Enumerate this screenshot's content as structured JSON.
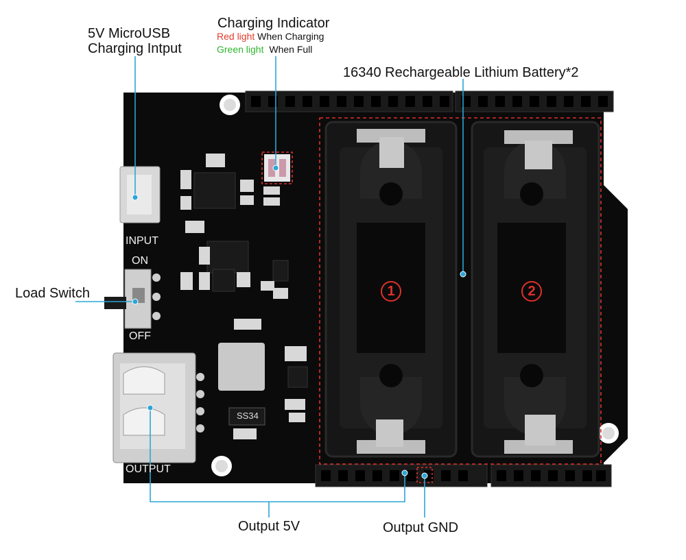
{
  "labels": {
    "usb_input": [
      "5V MicroUSB",
      "Charging Intput"
    ],
    "indicator_title": "Charging Indicator",
    "red_light": "Red light",
    "when_charging": "When Charging",
    "green_light": "Green light",
    "when_full": "When Full",
    "battery": "16340 Rechargeable Lithium Battery*2",
    "load_switch": "Load Switch",
    "output_5v": "Output 5V",
    "output_gnd": "Output GND"
  },
  "silkscreen": {
    "input": "INPUT",
    "on": "ON",
    "off": "OFF",
    "output": "OUTPUT",
    "chip": "SS34",
    "slot_1": "1",
    "slot_2": "2"
  },
  "colors": {
    "callout_line": "#2aa6d8",
    "red_light": "#e23a2a",
    "green_light": "#2fb62f",
    "board": "#0b0b0b",
    "dashed_box": "#e0302a"
  }
}
